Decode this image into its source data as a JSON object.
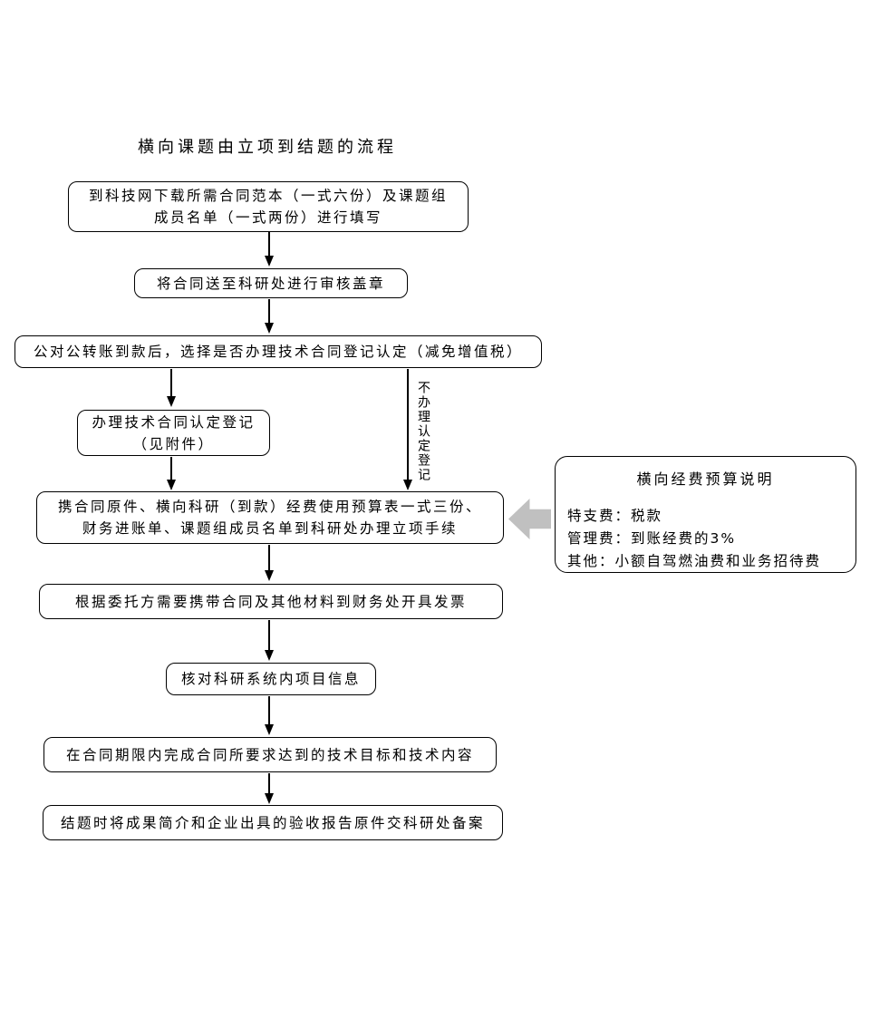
{
  "title": "横向课题由立项到结题的流程",
  "flow": {
    "box1": {
      "line1": "到科技网下载所需合同范本（一式六份）及课题组",
      "line2": "成员名单（一式两份）进行填写"
    },
    "box2": {
      "text": "将合同送至科研处进行审核盖章"
    },
    "box3": {
      "text": "公对公转账到款后，选择是否办理技术合同登记认定（减免增值税）"
    },
    "box4": {
      "line1": "办理技术合同认定登记",
      "line2": "（见附件）"
    },
    "branch_label": "不办理认定登记",
    "box5": {
      "line1": "携合同原件、横向科研（到款）经费使用预算表一式三份、",
      "line2": "财务进账单、课题组成员名单到科研处办理立项手续"
    },
    "box6": {
      "text": "根据委托方需要携带合同及其他材料到财务处开具发票"
    },
    "box7": {
      "text": "核对科研系统内项目信息"
    },
    "box8": {
      "text": "在合同期限内完成合同所要求达到的技术目标和技术内容"
    },
    "box9": {
      "text": "结题时将成果简介和企业出具的验收报告原件交科研处备案"
    }
  },
  "note": {
    "title": "横向经费预算说明",
    "items": [
      "特支费：税款",
      "管理费：到账经费的3%",
      "其他：小额自驾燃油费和业务招待费"
    ]
  },
  "colors": {
    "border": "#000000",
    "text": "#000000",
    "background": "#ffffff",
    "callout_arrow": "#c0c0c0"
  }
}
